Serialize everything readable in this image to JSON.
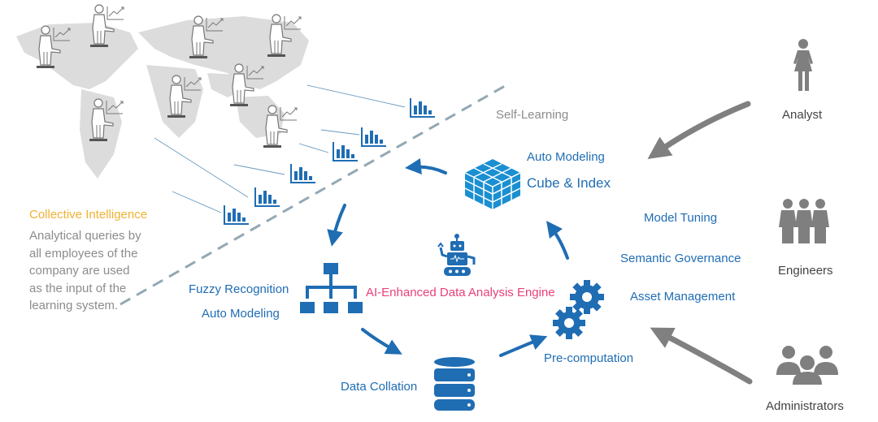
{
  "diagram": {
    "title": "AI-Enhanced Data Analysis Engine",
    "colors": {
      "accent_blue": "#1f6db3",
      "engine_pink": "#e9407a",
      "collective_orange": "#f0b132",
      "map_gray": "#d9d9d9",
      "role_gray": "#7f7f7f",
      "dashed_line": "#93a8b4"
    },
    "left": {
      "heading": "Collective Intelligence",
      "description": "Analytical queries by all employees of the company are used as the input of the learning system."
    },
    "divider_label": "Self-Learning",
    "cycle": {
      "cube_caption_1": "Auto Modeling",
      "cube_caption_2": "Cube & Index",
      "hierarchy_caption_1": "Fuzzy Recognition",
      "hierarchy_caption_2": "Auto Modeling",
      "database_caption": "Data Collation",
      "gears_caption": "Pre-computation",
      "engine_label": "AI-Enhanced Data Analysis Engine"
    },
    "engineer_tasks": [
      "Model Tuning",
      "Semantic Governance",
      "Asset Management"
    ],
    "roles": [
      {
        "label": "Analyst",
        "icon": "woman-icon"
      },
      {
        "label": "Engineers",
        "icon": "group-of-three-icon"
      },
      {
        "label": "Administrators",
        "icon": "users-icon"
      }
    ],
    "icons": {
      "presenter": "presenter-chart-icon",
      "bar_chart": "bar-chart-icon",
      "cube": "cube-icon",
      "hierarchy": "hierarchy-icon",
      "database": "database-icon",
      "gears": "gears-icon",
      "robot": "robot-icon"
    }
  }
}
